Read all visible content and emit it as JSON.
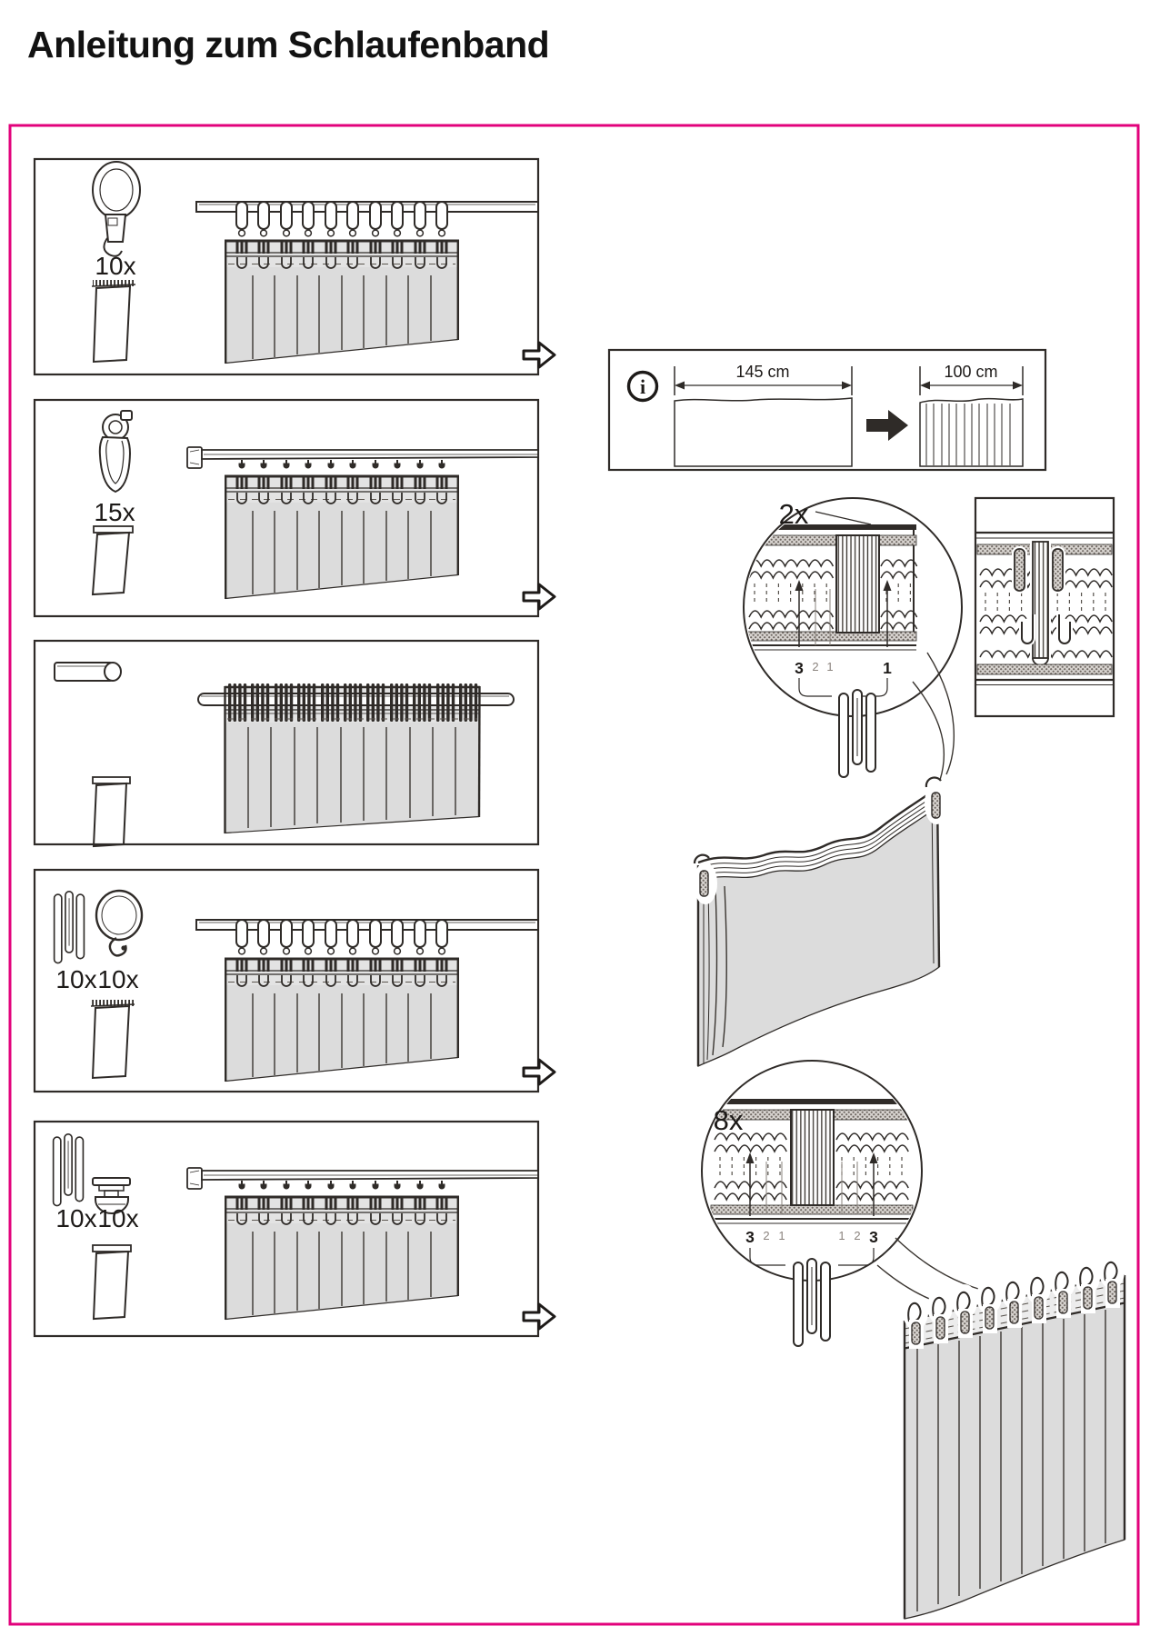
{
  "title": "Anleitung zum Schlaufenband",
  "colors": {
    "frame_pink": "#e2017b",
    "fabric_gray": "#dcdcdc",
    "line_dark": "#2f2b28"
  },
  "steps": [
    {
      "label": "10x",
      "accessory": "ring-with-clamp",
      "method": "rings-on-rod",
      "has_next_arrow": true
    },
    {
      "label": "15x",
      "accessory": "roller-glider-hook",
      "method": "gliders-on-rail",
      "has_next_arrow": true
    },
    {
      "label": "",
      "accessory": "curtain-rod",
      "method": "loops-threaded-on-rod",
      "has_next_arrow": false
    },
    {
      "label": "10x",
      "label2": "10x",
      "accessory": "pleat-hook-and-ring",
      "method": "hooks-and-rings-on-rod",
      "has_next_arrow": true
    },
    {
      "label": "10x",
      "label2": "10x",
      "accessory": "pleat-hook-and-glider",
      "method": "hooks-and-gliders-on-rail",
      "has_next_arrow": true
    }
  ],
  "info_box": {
    "icon_glyph": "i",
    "flat_width": "145 cm",
    "gathered_width": "100 cm"
  },
  "detail_top": {
    "count": "2x",
    "marks_left": [
      "3",
      "2",
      "1"
    ],
    "marks_right": [
      "1"
    ]
  },
  "detail_bottom": {
    "count": "8x",
    "marks_left": [
      "3",
      "2",
      "1"
    ],
    "marks_right": [
      "1",
      "2",
      "3"
    ]
  }
}
